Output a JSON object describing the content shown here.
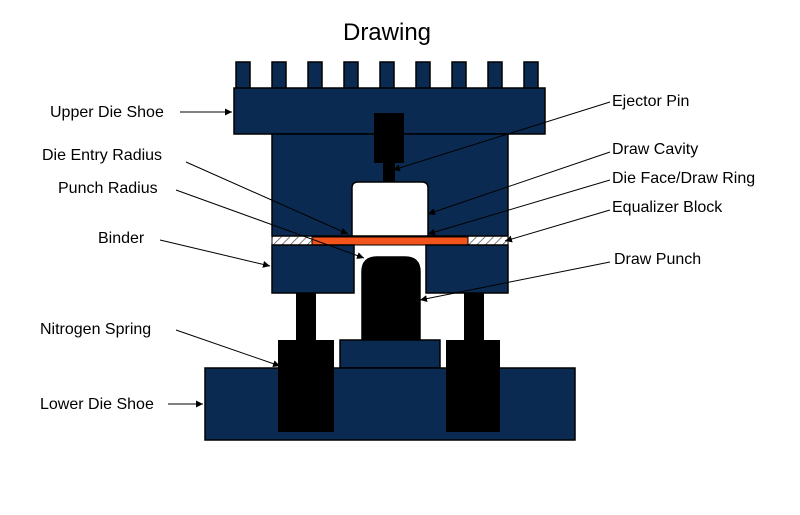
{
  "title": "Drawing",
  "labels": {
    "upper_die_shoe": "Upper Die Shoe",
    "die_entry_radius": "Die Entry Radius",
    "punch_radius": "Punch Radius",
    "binder": "Binder",
    "nitrogen_spring": "Nitrogen Spring",
    "lower_die_shoe": "Lower Die Shoe",
    "ejector_pin": "Ejector Pin",
    "draw_cavity": "Draw Cavity",
    "die_face": "Die Face/Draw Ring",
    "equalizer_block": "Equalizer Block",
    "draw_punch": "Draw Punch"
  },
  "colors": {
    "die_steel": "#0b2a52",
    "outline": "#000000",
    "spring": "#000000",
    "blank": "#f2541b",
    "cavity": "#ffffff",
    "hatch": "#555555"
  }
}
